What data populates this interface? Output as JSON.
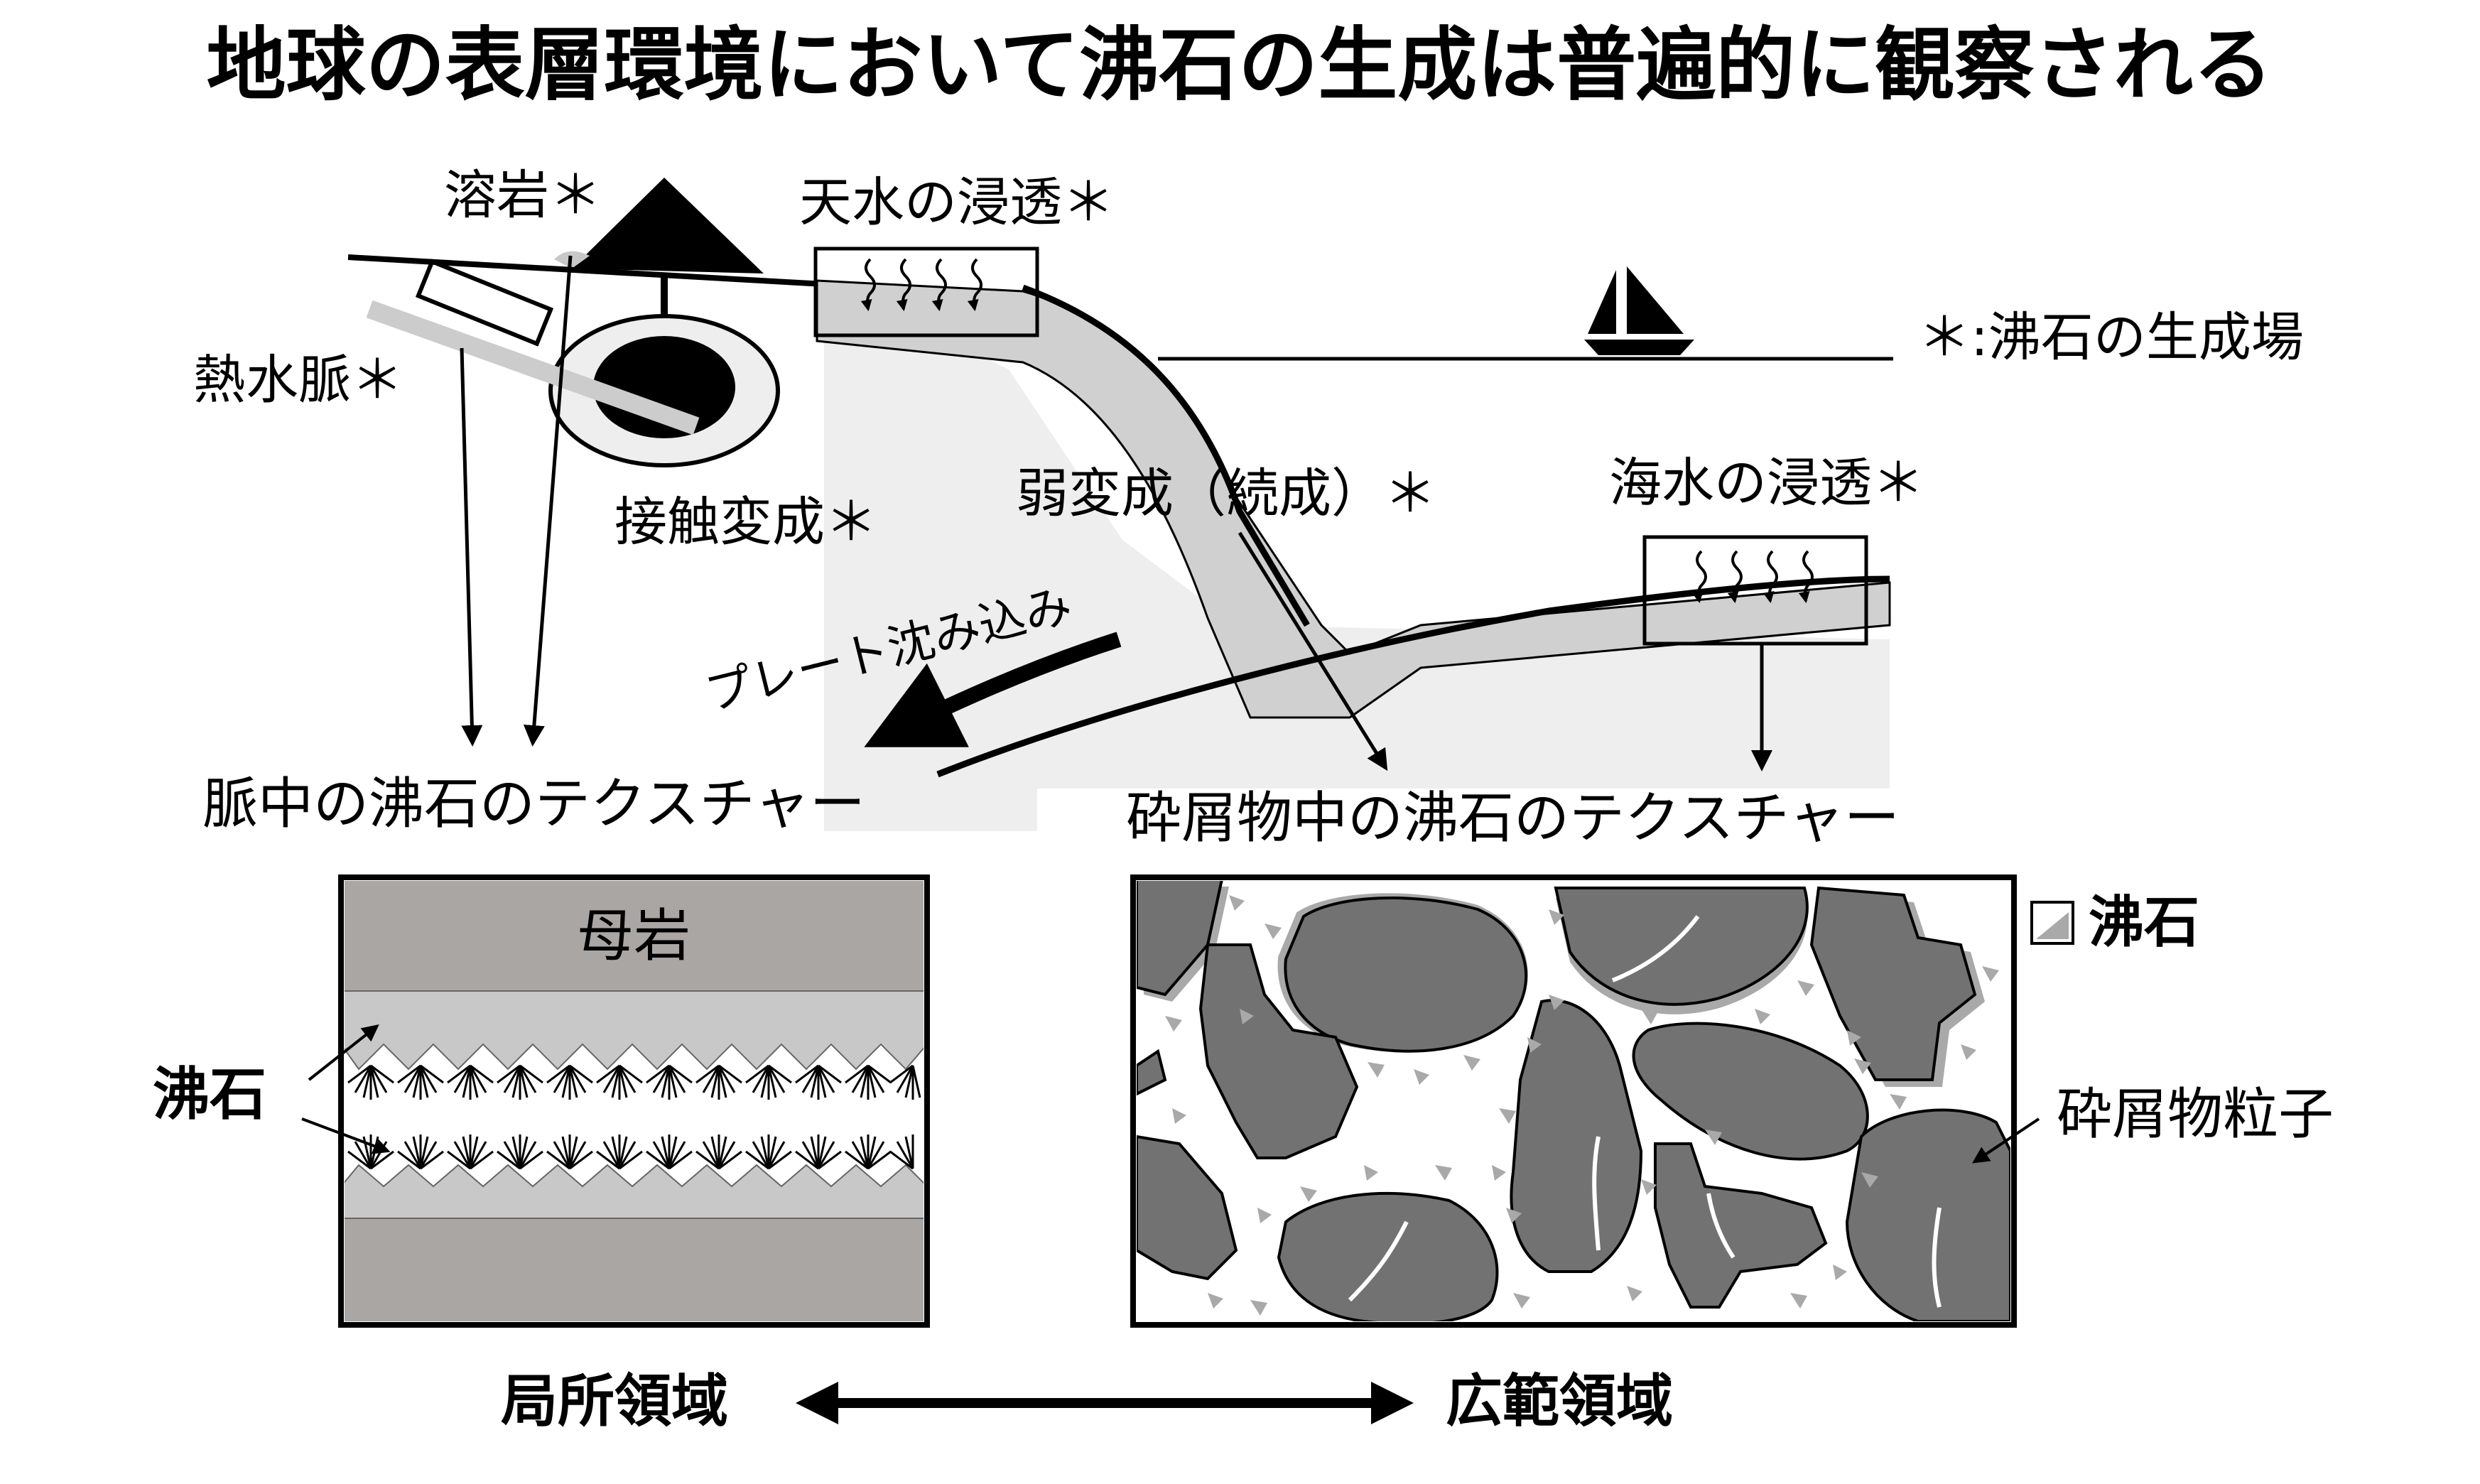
{
  "title": "地球の表層環境において沸石の生成は普遍的に観察される",
  "labels": {
    "lava": "溶岩＊",
    "meteoric_water": "天水の浸透＊",
    "hydrothermal_vein": "熱水脈＊",
    "contact_metamorphism": "接触変成＊",
    "low_grade_metamorphism": "弱変成（続成）＊",
    "seawater": "海水の浸透＊",
    "subduction": "プレート沈み込み",
    "legend_note": "＊:沸石の生成場",
    "vein_texture": "脈中の沸石のテクスチャー",
    "clastic_texture": "砕屑物中の沸石のテクスチャー",
    "host_rock": "母岩",
    "zeolite_left": "沸石",
    "zeolite_legend": "沸石",
    "clastic_particle": "砕屑物粒子",
    "local": "局所領域",
    "regional": "広範領域"
  },
  "colors": {
    "black": "#000000",
    "host_rock": "#aaa6a4",
    "crystal": "#c8c8c8",
    "light_ground": "#eeeeee",
    "strip": "#d4d4d4",
    "particle": "#727272",
    "zeolite_grain": "#a9a9a9"
  },
  "icons": [
    "sailboat-icon",
    "water-infiltration-icon",
    "zeolite-swatch-icon",
    "double-arrow-icon"
  ]
}
